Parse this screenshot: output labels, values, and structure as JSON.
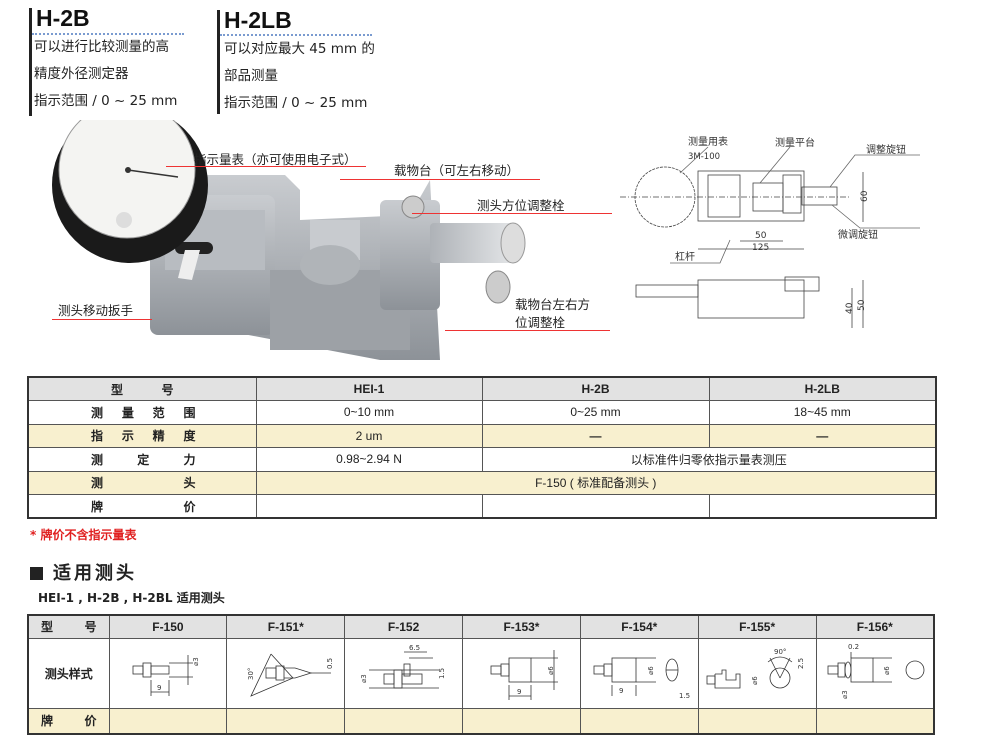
{
  "models": [
    {
      "title": "H-2B",
      "lines": [
        "可以进行比较测量的高",
        "精度外径测定器",
        "指示范围 / 0 ~ 25 mm"
      ]
    },
    {
      "title": "H-2LB",
      "lines": [
        "可以对应最大 45 mm 的",
        "部品测量",
        "指示范围 / 0 ~ 25 mm"
      ]
    }
  ],
  "photo_callouts": {
    "dial": "指示量表（亦可使用电子式）",
    "stage": "载物台（可左右移动）",
    "probe_adjust": "测头方位调整栓",
    "lever": "测头移动扳手",
    "stage_adjust_1": "载物台左右方",
    "stage_adjust_2": "位调整栓"
  },
  "drawing": {
    "gauge": "测量用表",
    "gauge_model": "3M-100",
    "platform": "测量平台",
    "adjust_knob": "调整旋钮",
    "fine_knob": "微调旋钮",
    "lever": "杠杆",
    "dim_50": "50",
    "dim_125": "125",
    "dim_60": "60",
    "dim_40": "40",
    "dim_50h": "50"
  },
  "spec_table": {
    "header": {
      "label": [
        "型",
        "号"
      ],
      "cols": [
        "HEI-1",
        "H-2B",
        "H-2LB"
      ]
    },
    "rows": [
      {
        "label": [
          "测",
          "量",
          "范",
          "围"
        ],
        "cells": [
          "0~10 mm",
          "0~25 mm",
          "18~45 mm"
        ]
      },
      {
        "label": [
          "指",
          "示",
          "精",
          "度"
        ],
        "cells": [
          "2 um",
          "—",
          "—"
        ]
      },
      {
        "label": [
          "测",
          "定",
          "力"
        ],
        "cells": [
          "0.98~2.94 N",
          "以标准件归零依指示量表测压"
        ]
      },
      {
        "label": [
          "测",
          "头"
        ],
        "cells": [
          "F-150 ( 标准配备测头 )"
        ]
      },
      {
        "label": [
          "牌",
          "价"
        ],
        "cells": [
          "",
          "",
          ""
        ]
      }
    ]
  },
  "note": "* 牌价不含指示量表",
  "section_title": "适用测头",
  "section_sub": "HEI-1 , H-2B , H-2BL 适用测头",
  "probe_table": {
    "header_label": [
      "型",
      "号"
    ],
    "models": [
      "F-150",
      "F-151*",
      "F-152",
      "F-153*",
      "F-154*",
      "F-155*",
      "F-156*"
    ],
    "style_label": "测头样式",
    "price_label": [
      "牌",
      "价"
    ],
    "dims": {
      "f150": [
        "⌀3",
        "9"
      ],
      "f151": [
        "30°",
        "0.5"
      ],
      "f152": [
        "6.5",
        "⌀3",
        "1.5"
      ],
      "f153": [
        "⌀6",
        "9"
      ],
      "f154": [
        "⌀6",
        "9",
        "1.5"
      ],
      "f155": [
        "90°",
        "2.5",
        "⌀6"
      ],
      "f156": [
        "0.2",
        "⌀6",
        "⌀3"
      ]
    }
  }
}
